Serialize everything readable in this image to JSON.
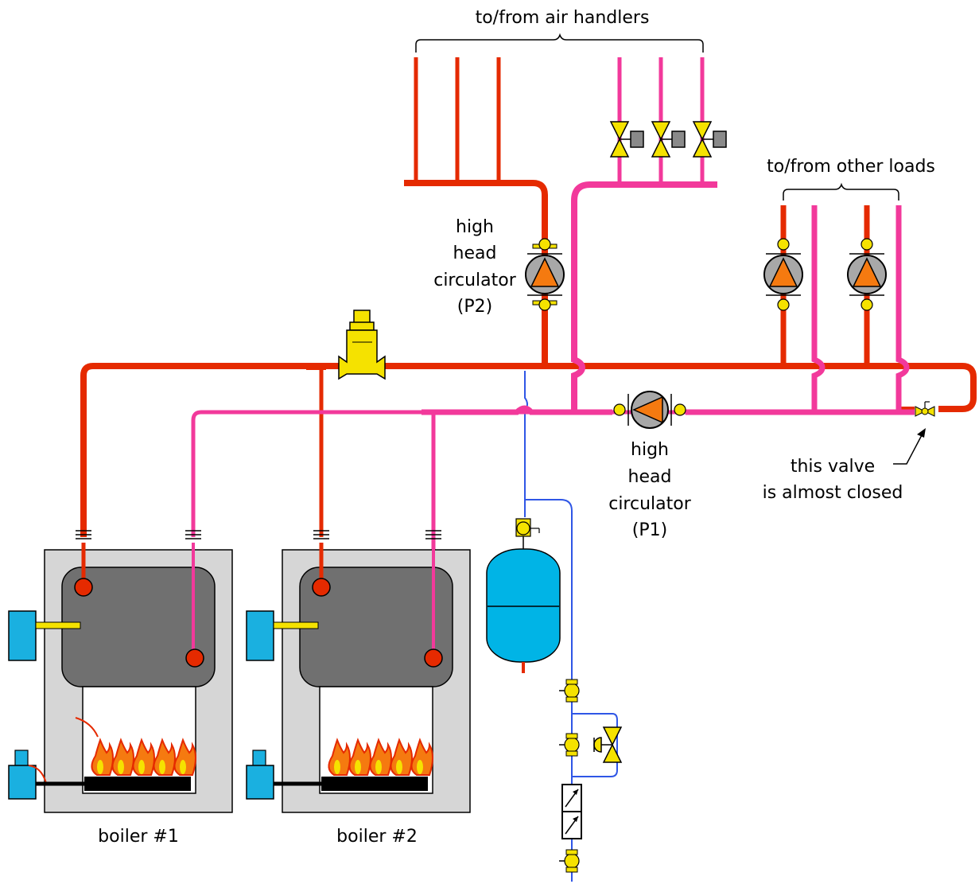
{
  "labels": {
    "air_handlers": "to/from air handlers",
    "other_loads": "to/from other loads",
    "p2": [
      "high",
      "head",
      "circulator",
      "(P2)"
    ],
    "p1": [
      "high",
      "head",
      "circulator",
      "(P1)"
    ],
    "valve_note": [
      "this valve",
      "is almost closed"
    ],
    "boiler1": "boiler #1",
    "boiler2": "boiler #2"
  },
  "colors": {
    "supply_pipe": "#e52a00",
    "return_pipe": "#f2399b",
    "cold_water_line": "#2f56e6",
    "valve": "#f5e200",
    "pump_impeller": "#f57a10",
    "pump_body": "#a8a8a8",
    "expansion_tank": "#00b4e6",
    "boiler_cabinet": "#d6d6d6",
    "heat_exchanger": "#707070",
    "burner_motor": "#1ab0e0"
  }
}
